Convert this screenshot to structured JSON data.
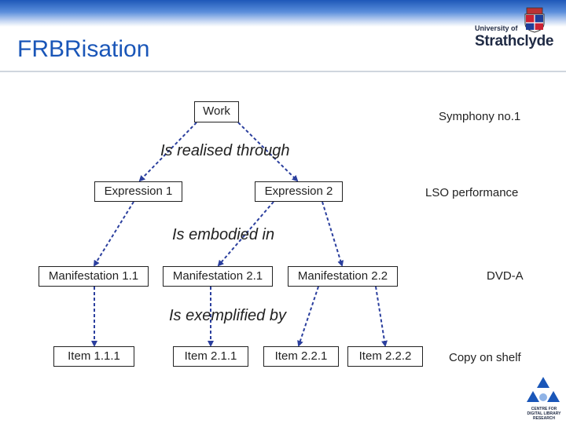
{
  "header": {
    "title": "FRBRisation",
    "logo_line1": "University of",
    "logo_line2": "Strathclyde"
  },
  "diagram": {
    "work": "Work",
    "relation_realised": "Is realised through",
    "expression_1": "Expression 1",
    "expression_2": "Expression 2",
    "relation_embodied": "Is embodied in",
    "manifestation_1_1": "Manifestation 1.1",
    "manifestation_2_1": "Manifestation 2.1",
    "manifestation_2_2": "Manifestation 2.2",
    "relation_exemplified": "Is exemplified by",
    "item_1_1_1": "Item 1.1.1",
    "item_2_1_1": "Item 2.1.1",
    "item_2_2_1": "Item 2.2.1",
    "item_2_2_2": "Item 2.2.2"
  },
  "examples": {
    "work": "Symphony no.1",
    "expression": "LSO performance",
    "manifestation": "DVD-A",
    "item": "Copy on shelf"
  },
  "footer_logo": {
    "text": "CENTRE FOR DIGITAL LIBRARY RESEARCH"
  },
  "colors": {
    "title": "#1a56b8",
    "topbar": "#1e58b8",
    "arrow": "#2b3f9e"
  }
}
